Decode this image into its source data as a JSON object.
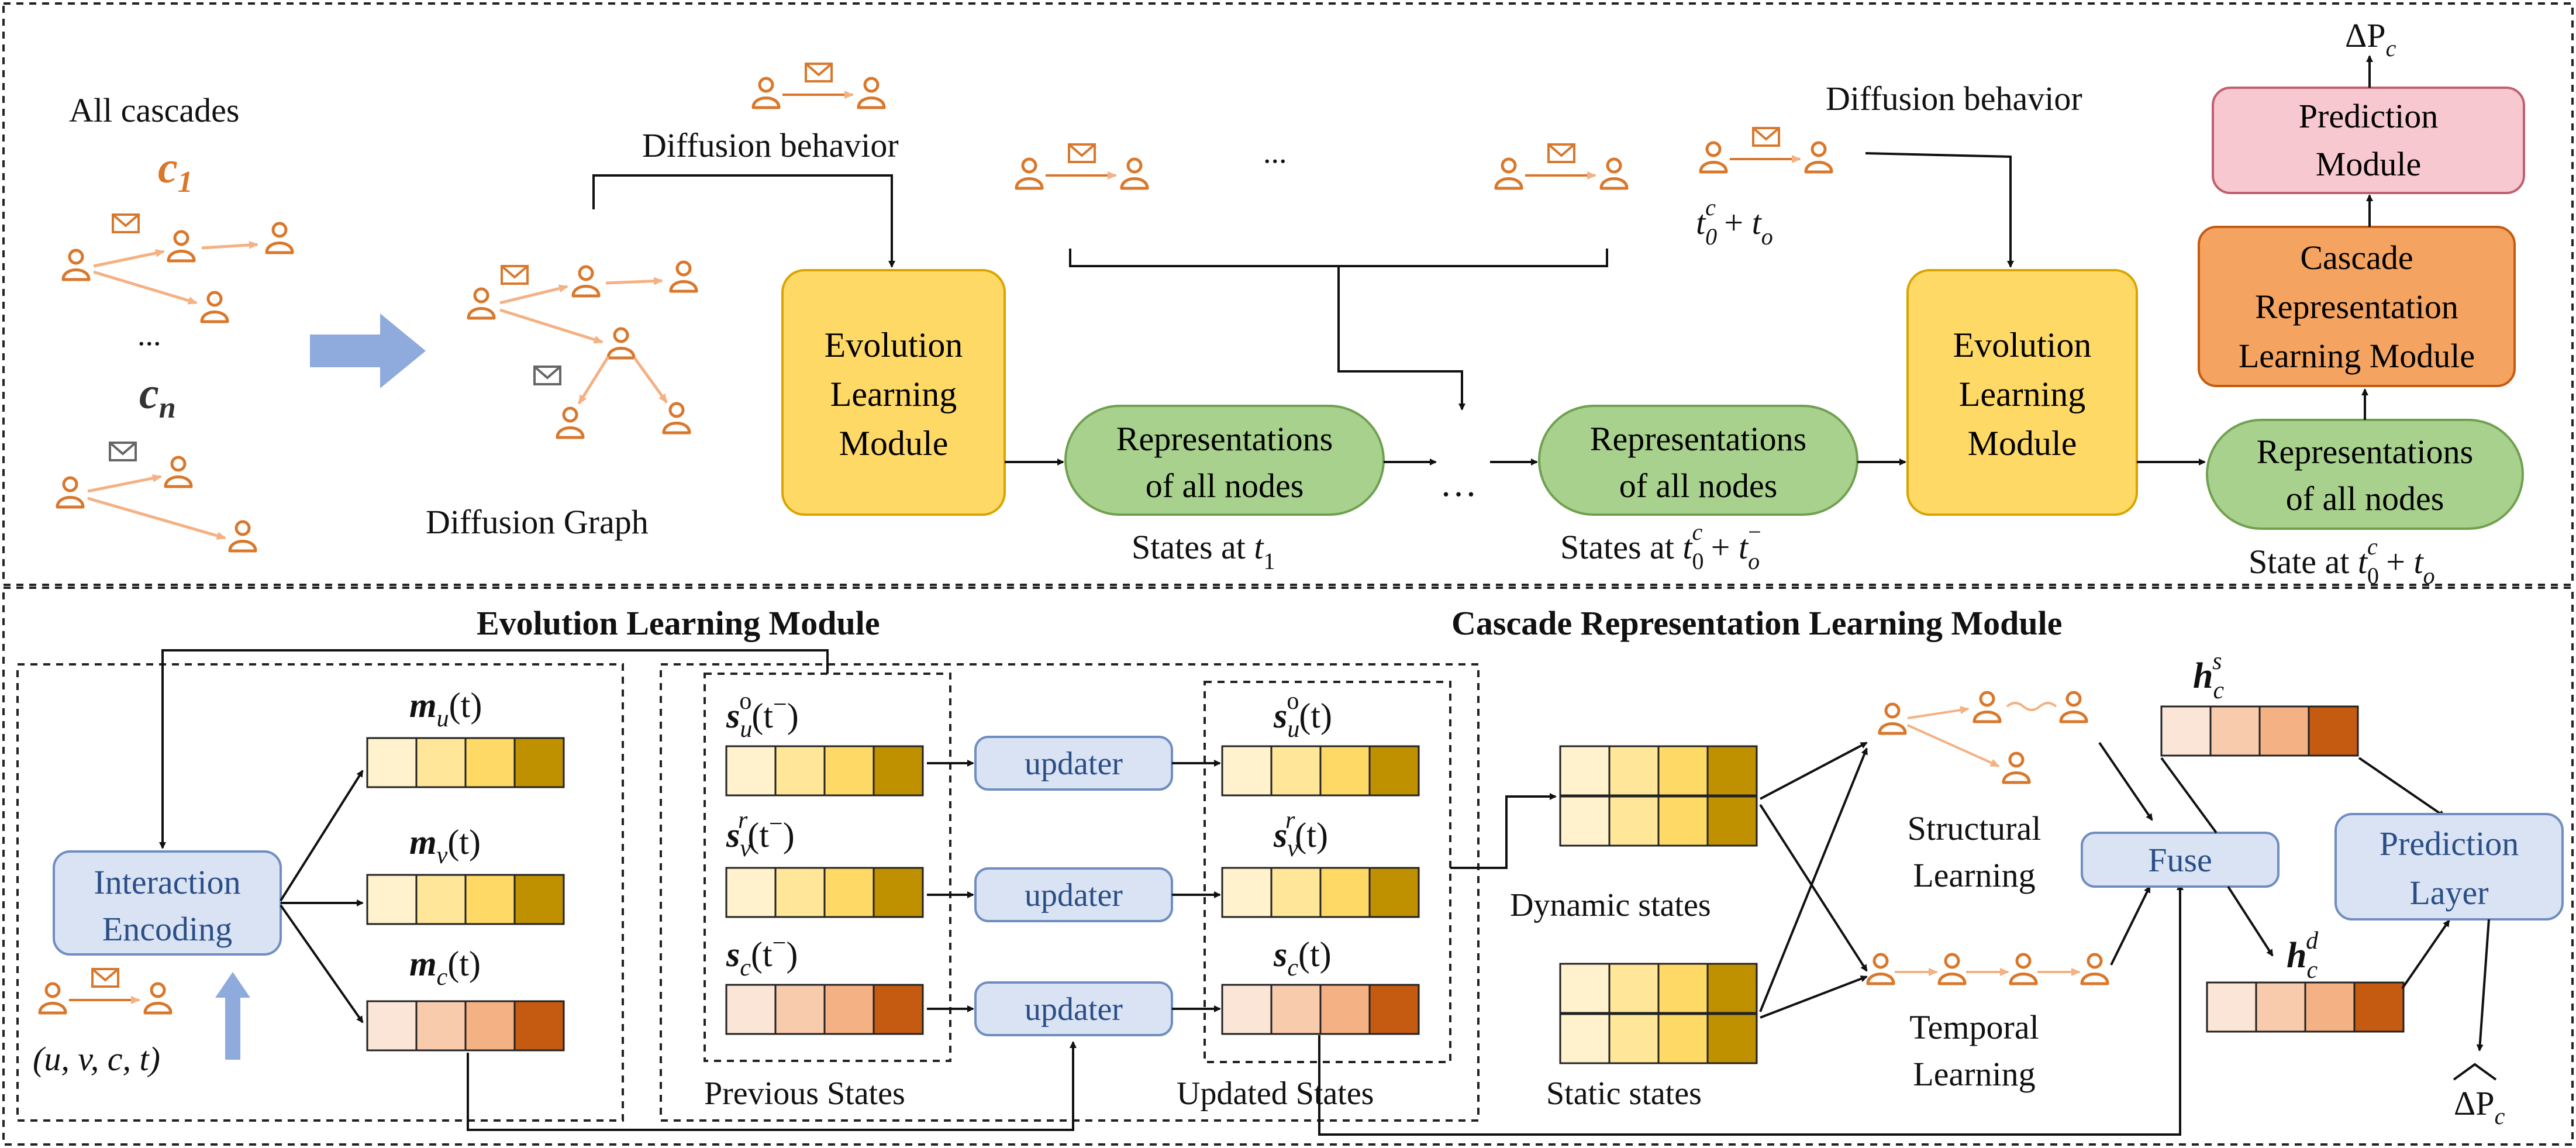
{
  "colors": {
    "evolution_fill": "#ffd966",
    "evolution_stroke": "#d9a400",
    "representation_fill": "#a9d18e",
    "representation_stroke": "#70a050",
    "cascade_module_fill": "#f4a460",
    "prediction_module_fill": "#f8c8d0",
    "blue_box_fill": "#dae3f3",
    "blue_text": "#2a4f87",
    "arrow_blue": "#8faadc",
    "user_icon": "#d9772b",
    "cell_y1": "#fff2cc",
    "cell_y2": "#ffe699",
    "cell_y3": "#ffd966",
    "cell_y4": "#bf9000",
    "cell_o1": "#fbe5d6",
    "cell_o2": "#f8cbad",
    "cell_o3": "#f4b183",
    "cell_o4": "#c55a11"
  },
  "top": {
    "all_cascades": "All cascades",
    "c1": "c",
    "c1_sub": "1",
    "cn": "c",
    "cn_sub": "n",
    "ellipsis_cascades": "...",
    "diffusion_graph": "Diffusion Graph",
    "diffusion_behavior_1": "Diffusion behavior",
    "diffusion_behavior_2": "Diffusion behavior",
    "ellipsis_behaviors": "...",
    "evolution_module_1": [
      "Evolution",
      "Learning",
      "Module"
    ],
    "evolution_module_2": [
      "Evolution",
      "Learning",
      "Module"
    ],
    "representations_1": [
      "Representations",
      "of all nodes"
    ],
    "representations_2": [
      "Representations",
      "of all nodes"
    ],
    "representations_3": [
      "Representations",
      "of all nodes"
    ],
    "ellipsis_middle": "…",
    "states_t1_prefix": "States at ",
    "states_t1_var": "t",
    "states_t1_sub": "1",
    "states_t0_prefix": "States at ",
    "state_final_prefix": "State at ",
    "time_t0_to": "t",
    "cascade_module": [
      "Cascade",
      "Representation",
      "Learning Module"
    ],
    "prediction_module": [
      "Prediction",
      "Module"
    ],
    "delta_pc": "ΔP"
  },
  "bottom": {
    "evolution_title": "Evolution Learning Module",
    "cascade_title": "Cascade Representation Learning Module",
    "interaction_encoding": [
      "Interaction",
      "Encoding"
    ],
    "input_tuple": "(u, v, c, t)",
    "m_u": "m",
    "m_u_sub": "u",
    "m_v": "m",
    "m_v_sub": "v",
    "m_c": "m",
    "m_c_sub": "c",
    "time_arg": "(t)",
    "s_u_prev": "s",
    "s_v_prev": "s",
    "s_c_prev": "s",
    "prev_arg": "(t",
    "updater": "updater",
    "previous_states": "Previous States",
    "updated_states": "Updated States",
    "dynamic_states": "Dynamic states",
    "static_states": "Static states",
    "structural_learning": [
      "Structural",
      "Learning"
    ],
    "temporal_learning": [
      "Temporal",
      "Learning"
    ],
    "fuse": "Fuse",
    "prediction_layer": [
      "Prediction",
      "Layer"
    ],
    "h_c": "h",
    "h_sup_s": "s",
    "h_sup_d": "d",
    "delta_pc_hat": "ΔP"
  }
}
